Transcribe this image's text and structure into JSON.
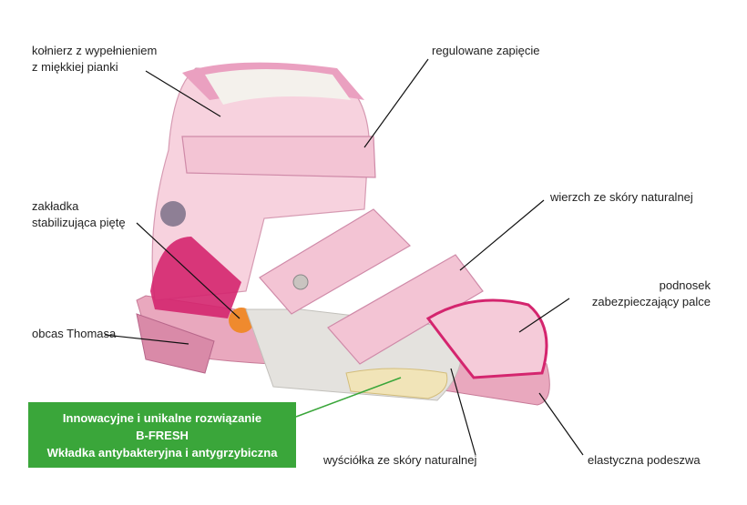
{
  "callouts": {
    "collar": [
      "kołnierz z wypełnieniem",
      "z miękkiej pianki"
    ],
    "strap": "regulowane zapięcie",
    "heel_tab": [
      "zakładka",
      "stabilizująca piętę"
    ],
    "upper": "wierzch ze skóry naturalnej",
    "toe": [
      "podnosek",
      "zabezpieczający palce"
    ],
    "heel": "obcas Thomasa",
    "lining": "wyściółka ze skóry naturalnej",
    "sole": "elastyczna podeszwa"
  },
  "promo": {
    "line1": "Innowacyjne i unikalne rozwiązanie",
    "line2": "B-FRESH",
    "line3": "Wkładka antybakteryjna i antygrzybiczna"
  },
  "colors": {
    "promo_bg": "#3aa63a",
    "shoe_pink": "#f5c6d6",
    "accent_magenta": "#d4256e"
  }
}
